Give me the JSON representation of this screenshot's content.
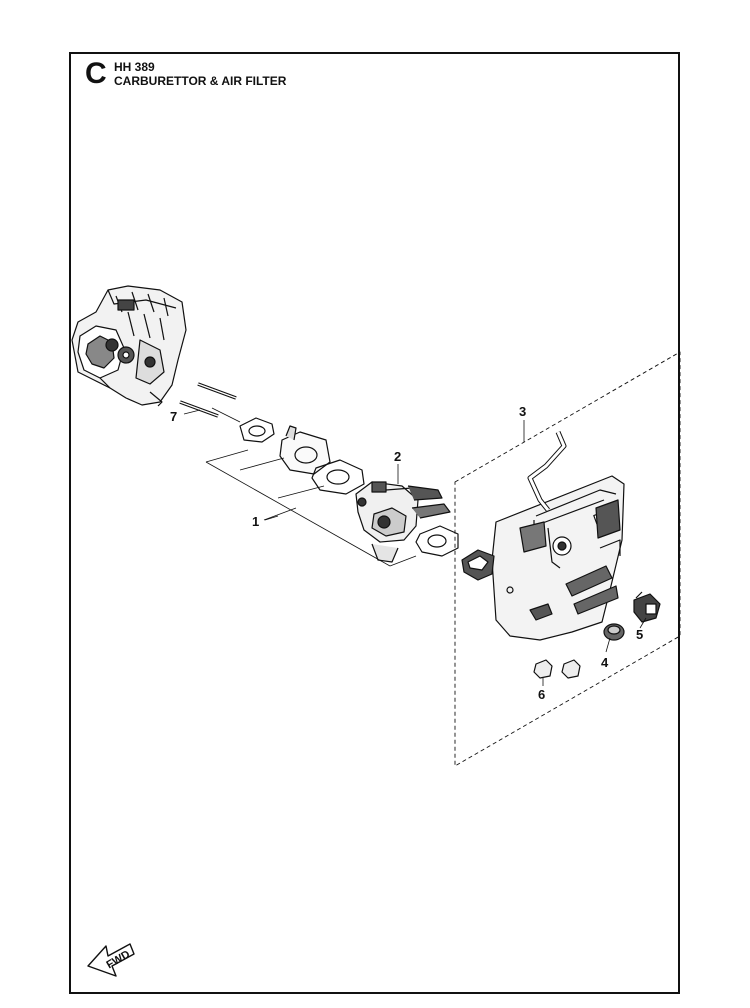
{
  "header": {
    "section_letter": "C",
    "model": "HH 389",
    "title": "CARBURETTOR & AIR FILTER"
  },
  "callouts": [
    "1",
    "2",
    "3",
    "4",
    "5",
    "6",
    "7"
  ],
  "fwd_label": "FWD"
}
